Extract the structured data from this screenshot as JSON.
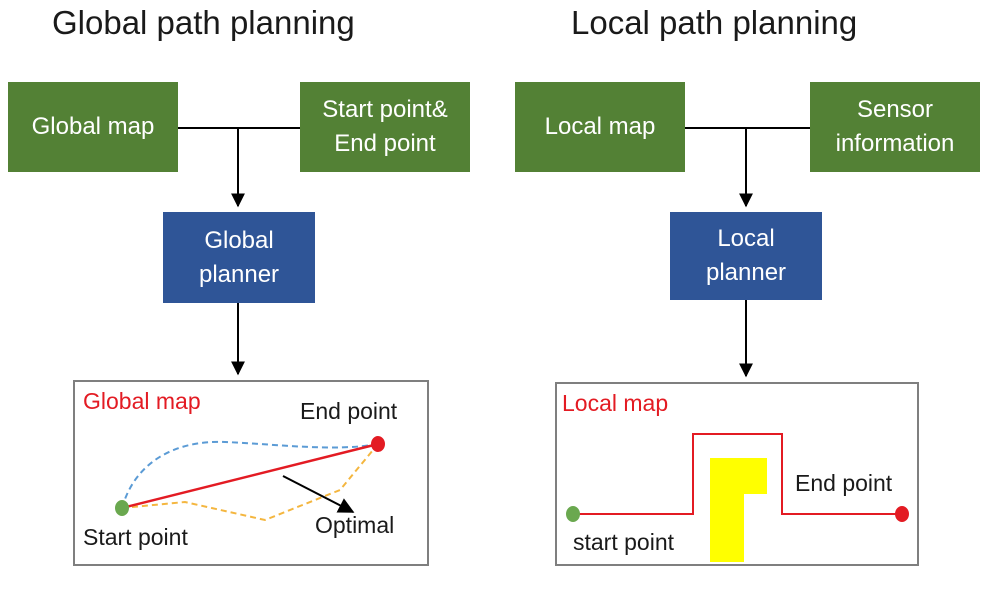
{
  "global": {
    "title": "Global path planning",
    "map_box": "Global map",
    "points_box_line1": "Start point&",
    "points_box_line2": "End point",
    "planner_line1": "Global",
    "planner_line2": "planner",
    "panel": {
      "map_label": "Global map",
      "end_label": "End point",
      "start_label": "Start point",
      "optimal_label": "Optimal"
    }
  },
  "local": {
    "title": "Local path planning",
    "map_box": "Local map",
    "sensor_line1": "Sensor",
    "sensor_line2": "information",
    "planner_line1": "Local",
    "planner_line2": "planner",
    "panel": {
      "map_label": "Local map",
      "end_label": "End point",
      "start_label": "start point"
    }
  },
  "colors": {
    "input_box": "#538135",
    "planner_box": "#2f5597",
    "path_red": "#e31b23",
    "start_dot": "#6aa84f",
    "end_dot": "#e31b23",
    "obstacle": "#ffff00",
    "dashed_blue": "#5b9bd5",
    "dashed_orange": "#f4b63f"
  }
}
